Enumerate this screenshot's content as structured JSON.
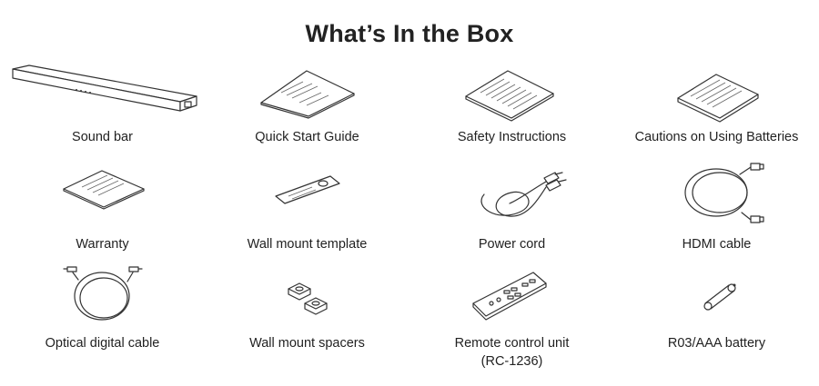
{
  "title": "What’s In the Box",
  "items": [
    {
      "label": "Sound bar"
    },
    {
      "label": "Quick Start Guide"
    },
    {
      "label": "Safety Instructions"
    },
    {
      "label": "Cautions on Using Batteries"
    },
    {
      "label": "Warranty"
    },
    {
      "label": "Wall mount template"
    },
    {
      "label": "Power cord"
    },
    {
      "label": "HDMI cable"
    },
    {
      "label": "Optical digital cable"
    },
    {
      "label": "Wall mount spacers"
    },
    {
      "label": "Remote control unit",
      "label2": "(RC-1236)"
    },
    {
      "label": "R03/AAA battery"
    }
  ]
}
